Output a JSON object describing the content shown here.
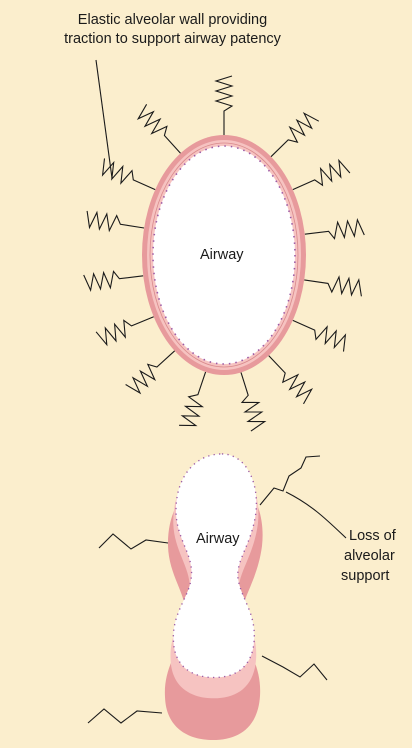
{
  "colors": {
    "background": "#fbeecd",
    "wall_outer": "#e79a9c",
    "wall_inner": "#f6c3c1",
    "epithelium_dots": "#9b5aa6",
    "lumen": "#ffffff",
    "lines": "#1a1a1a"
  },
  "top_annotation": {
    "line1": "Elastic alveolar wall providing",
    "line2": "traction to support airway patency"
  },
  "top_airway": {
    "label": "Airway"
  },
  "bottom_airway": {
    "label": "Airway"
  },
  "right_annotation": {
    "line1": "Loss of",
    "line2": "alveolar",
    "line3": "support"
  }
}
